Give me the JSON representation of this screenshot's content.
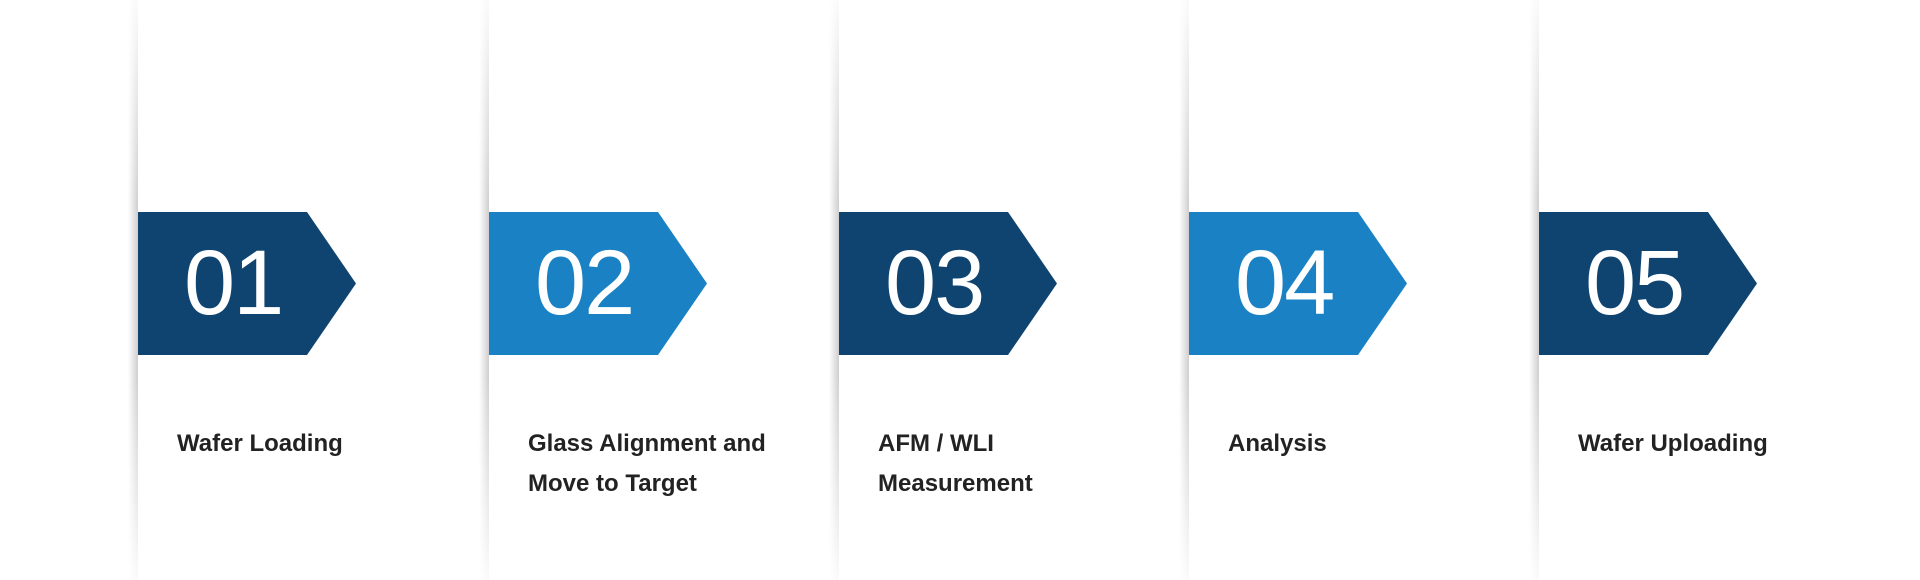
{
  "colors": {
    "dark": "#0f4470",
    "light": "#1a82c4"
  },
  "steps": [
    {
      "number": "01",
      "label": "Wafer Loading",
      "color": "#0f4470"
    },
    {
      "number": "02",
      "label": "Glass Alignment and Move to Target",
      "line1": "Glass Alignment and",
      "line2": "Move to Target",
      "color": "#1a82c4"
    },
    {
      "number": "03",
      "label": "AFM / WLI Measurement",
      "line1": "AFM / WLI",
      "line2": "Measurement",
      "color": "#0f4470"
    },
    {
      "number": "04",
      "label": "Analysis",
      "color": "#1a82c4"
    },
    {
      "number": "05",
      "label": "Wafer Uploading",
      "color": "#0f4470"
    }
  ]
}
